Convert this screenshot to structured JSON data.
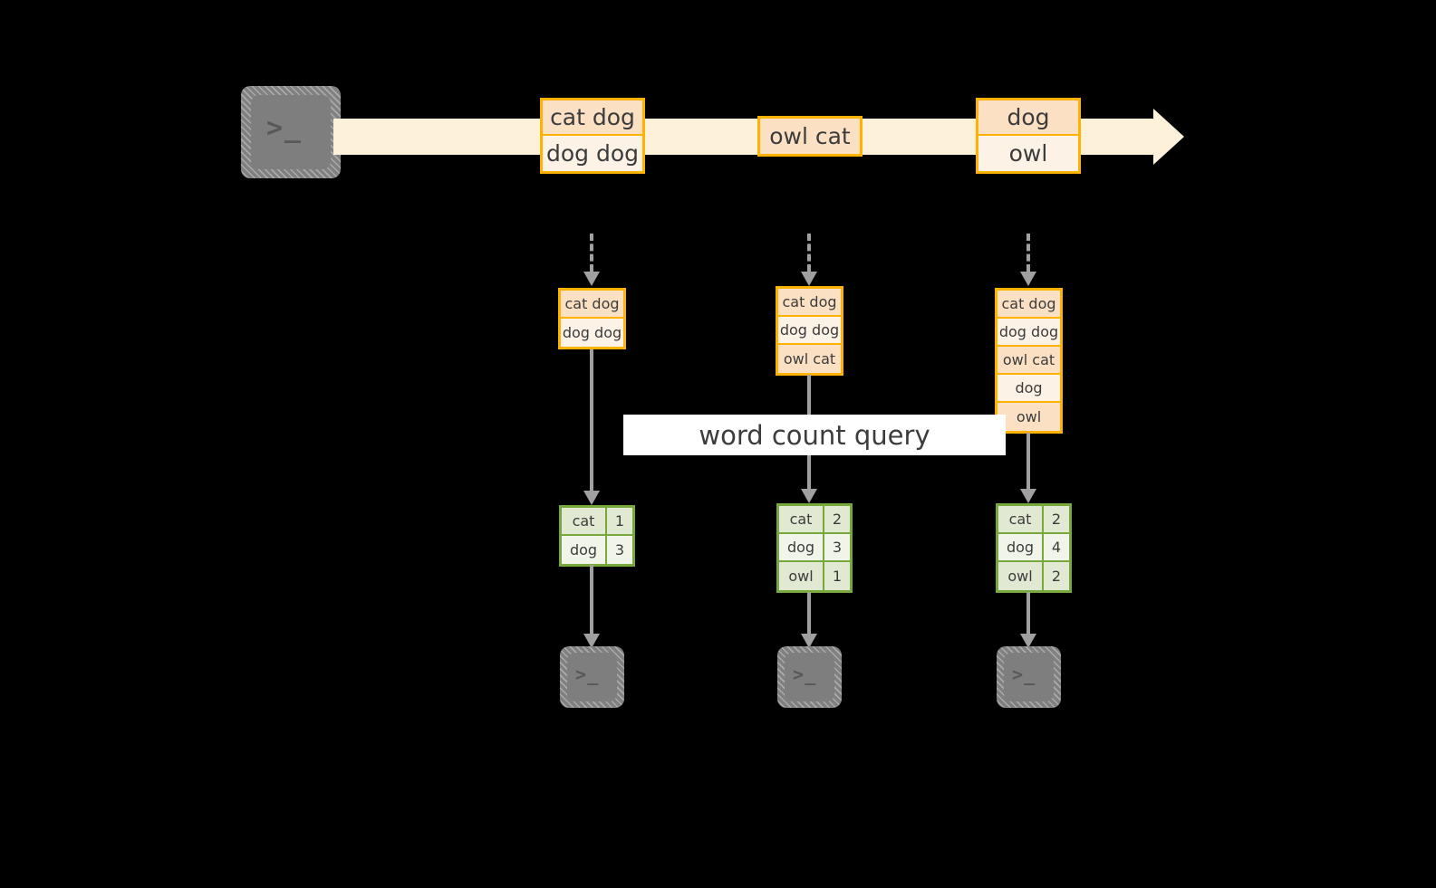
{
  "diagram": {
    "title": "stream word count query diagram",
    "colors": {
      "background": "#000000",
      "stream_fill": "#fdf2d9",
      "event_border": "#ffb300",
      "event_fill_dark": "#fbe0c4",
      "event_fill_light": "#fdf2e6",
      "result_border": "#76a83c",
      "result_fill_dark": "#e1e9d3",
      "result_fill_light": "#f1f5e9",
      "arrow_gray": "#a0a0a0",
      "terminal_gray": "#7e7e7e",
      "label_bg": "#ffffff",
      "text": "#3c3c3c"
    },
    "source_terminal": {
      "glyph": ">_",
      "name": "terminal-icon"
    },
    "stream": {
      "name": "event-stream-arrow",
      "batches": [
        {
          "name": "event-batch-1",
          "rows": [
            {
              "text": "cat dog",
              "tone": "dark"
            },
            {
              "text": "dog dog",
              "tone": "light"
            }
          ]
        },
        {
          "name": "event-batch-2",
          "rows": [
            {
              "text": "owl cat",
              "tone": "dark"
            }
          ]
        },
        {
          "name": "event-batch-3",
          "rows": [
            {
              "text": "dog",
              "tone": "dark"
            },
            {
              "text": "owl",
              "tone": "light"
            }
          ]
        }
      ]
    },
    "query_label": "word count query",
    "snapshots": [
      {
        "name": "snapshot-1",
        "input_rows": [
          {
            "text": "cat dog",
            "tone": "dark"
          },
          {
            "text": "dog dog",
            "tone": "light"
          }
        ],
        "result_rows": [
          {
            "key": "cat",
            "value": "1",
            "tone": "dark"
          },
          {
            "key": "dog",
            "value": "3",
            "tone": "light"
          }
        ],
        "sink_terminal": {
          "glyph": ">_"
        }
      },
      {
        "name": "snapshot-2",
        "input_rows": [
          {
            "text": "cat dog",
            "tone": "dark"
          },
          {
            "text": "dog dog",
            "tone": "light"
          },
          {
            "text": "owl cat",
            "tone": "dark"
          }
        ],
        "result_rows": [
          {
            "key": "cat",
            "value": "2",
            "tone": "dark"
          },
          {
            "key": "dog",
            "value": "3",
            "tone": "light"
          },
          {
            "key": "owl",
            "value": "1",
            "tone": "dark"
          }
        ],
        "sink_terminal": {
          "glyph": ">_"
        }
      },
      {
        "name": "snapshot-3",
        "input_rows": [
          {
            "text": "cat dog",
            "tone": "dark"
          },
          {
            "text": "dog dog",
            "tone": "light"
          },
          {
            "text": "owl cat",
            "tone": "dark"
          },
          {
            "text": "dog",
            "tone": "light"
          },
          {
            "text": "owl",
            "tone": "dark"
          }
        ],
        "result_rows": [
          {
            "key": "cat",
            "value": "2",
            "tone": "dark"
          },
          {
            "key": "dog",
            "value": "4",
            "tone": "light"
          },
          {
            "key": "owl",
            "value": "2",
            "tone": "dark"
          }
        ],
        "sink_terminal": {
          "glyph": ">_"
        }
      }
    ]
  }
}
